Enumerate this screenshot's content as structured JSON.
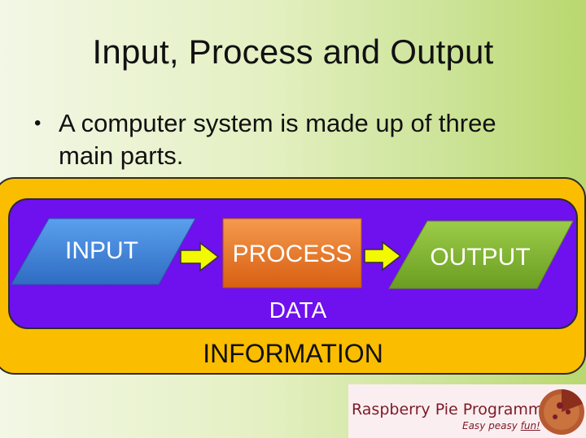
{
  "slide": {
    "title": "Input, Process and Output",
    "bullet_marker": "•",
    "bullet_text": "A computer system is made up of three main parts."
  },
  "diagram": {
    "input_label": "INPUT",
    "process_label": "PROCESS",
    "output_label": "OUTPUT",
    "data_label": "DATA",
    "information_label": "INFORMATION",
    "colors": {
      "outer_box": "#fbbd00",
      "inner_box": "#6f10ee",
      "input_shape": "#3d7fd6",
      "process_shape": "#e9701e",
      "output_shape": "#79b02a",
      "arrow": "#f2f900"
    }
  },
  "logo": {
    "name": "Raspberry Pie Programming",
    "tagline_prefix": "Easy peasy ",
    "tagline_emphasis": "fun!",
    "icon": "pie-icon"
  }
}
